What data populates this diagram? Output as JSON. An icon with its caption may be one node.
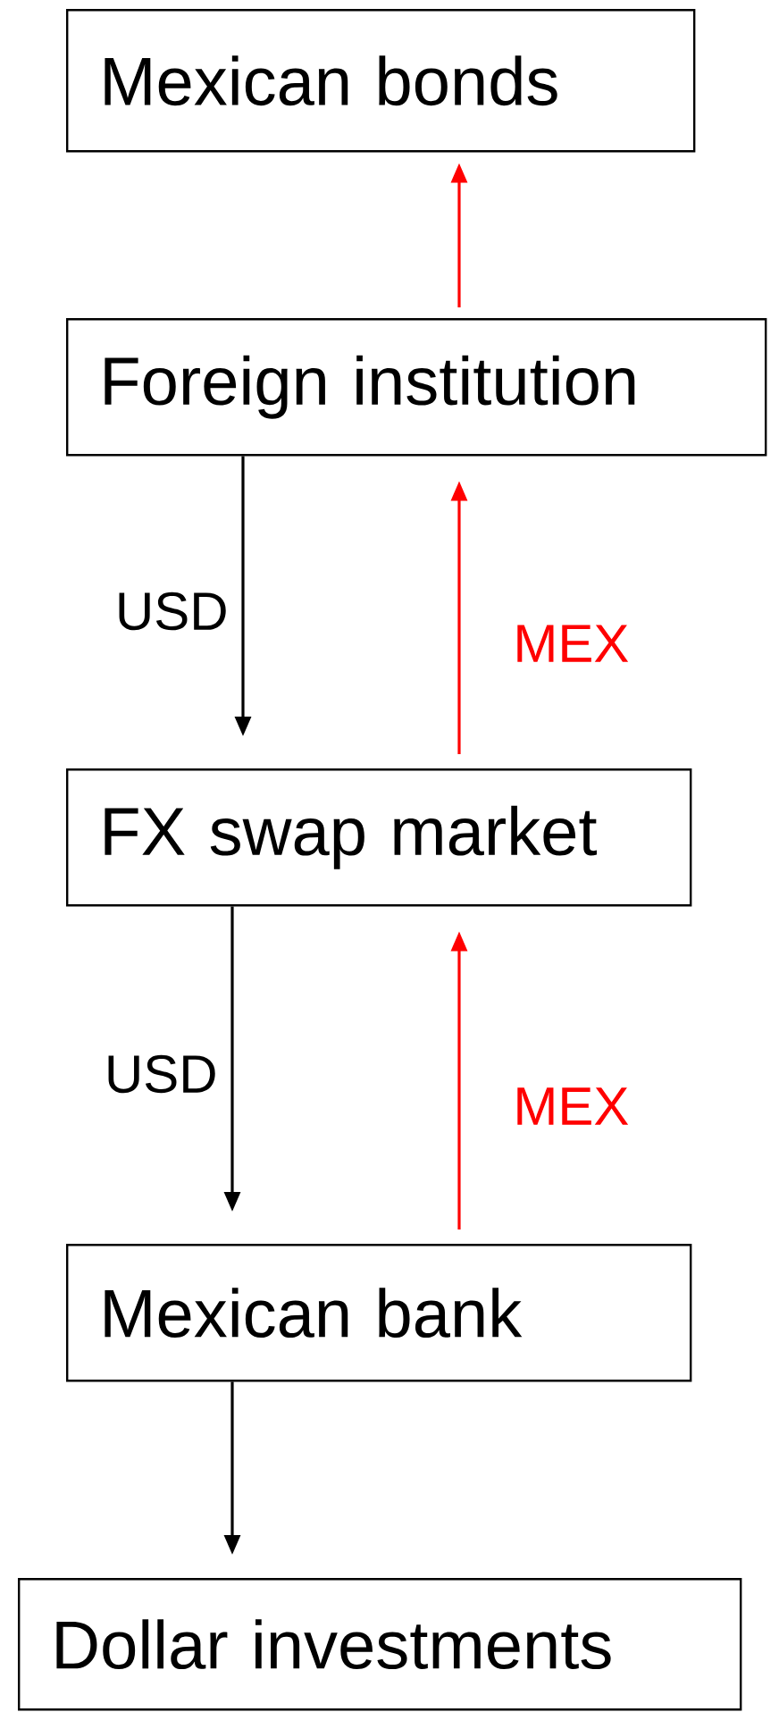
{
  "diagram": {
    "nodes": [
      {
        "text": [
          "Mexican bonds"
        ]
      },
      {
        "text": [
          "Foreign institution"
        ]
      },
      {
        "text": [
          "FX swap market"
        ]
      },
      {
        "text": [
          "Mexican bank"
        ]
      },
      {
        "text": [
          "Dollar investments"
        ]
      }
    ],
    "edges": [
      {
        "from": 1,
        "to": 0,
        "arrow": "to",
        "color": "#ff0000"
      },
      {
        "from": 1,
        "to": 2,
        "arrow": "to",
        "label": "USD",
        "color": "#000000"
      },
      {
        "from": 2,
        "to": 1,
        "arrow": "to",
        "label": "MEX",
        "color": "#ff0000"
      },
      {
        "from": 2,
        "to": 3,
        "arrow": "to",
        "label": "USD",
        "color": "#000000"
      },
      {
        "from": 3,
        "to": 2,
        "arrow": "to",
        "label": "MEX",
        "color": "#ff0000"
      },
      {
        "from": 3,
        "to": 4,
        "arrow": "to",
        "color": "#000000"
      }
    ]
  }
}
